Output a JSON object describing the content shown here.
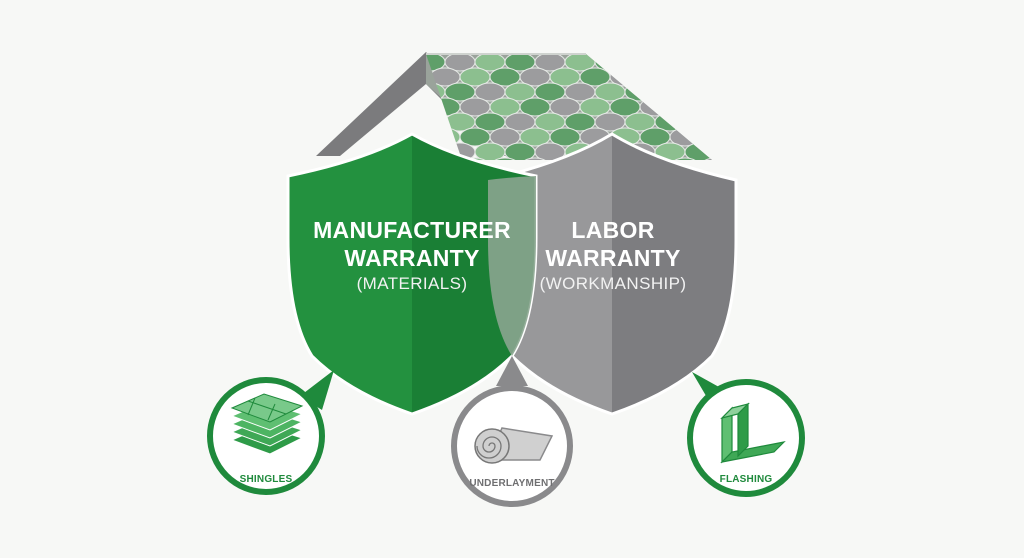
{
  "colors": {
    "green": "#1f8a3c",
    "green_dark": "#177a32",
    "gray": "#8a8a8c",
    "gray_dark": "#6f6f71",
    "roof": "#7d7d7f"
  },
  "shields": {
    "manufacturer": {
      "title_line1": "MANUFACTURER",
      "title_line2": "WARRANTY",
      "subtitle": "(MATERIALS)"
    },
    "labor": {
      "title_line1": "LABOR",
      "title_line2": "WARRANTY",
      "subtitle": "(WORKMANSHIP)"
    }
  },
  "components": [
    {
      "label": "SHINGLES",
      "icon": "shingles-stack-icon"
    },
    {
      "label": "UNDERLAYMENT",
      "icon": "underlayment-roll-icon"
    },
    {
      "label": "FLASHING",
      "icon": "flashing-icon"
    }
  ]
}
